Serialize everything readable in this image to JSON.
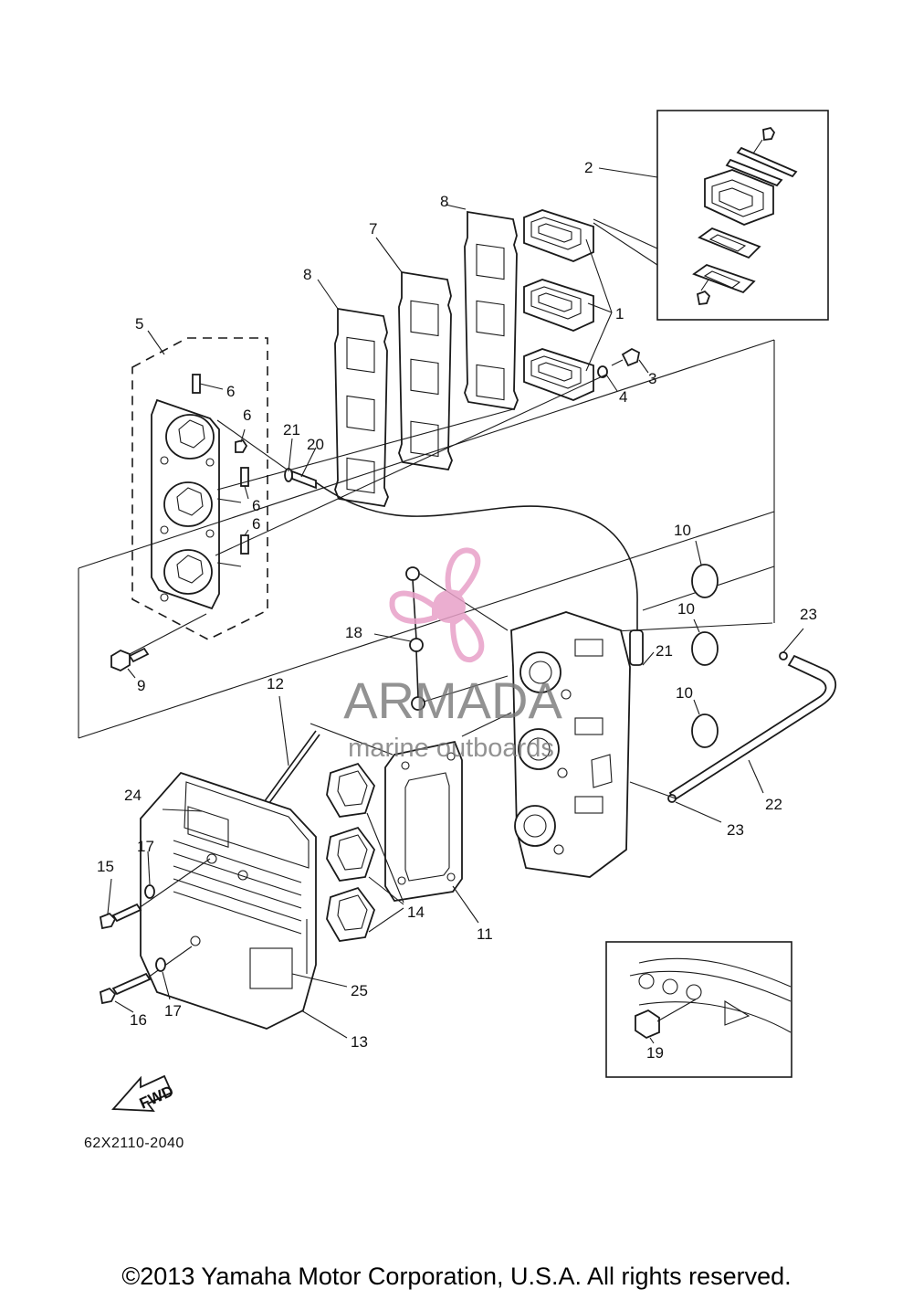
{
  "part_code": "62X2110-2040",
  "copyright": "©2013 Yamaha Motor Corporation, U.S.A. All rights reserved.",
  "fwd_arrow_label": "FWD",
  "watermark": {
    "name": "ARMADA",
    "tagline": "marine outboards",
    "logo_color": "#e8a0c8"
  },
  "callouts": {
    "c1": "1",
    "c2": "2",
    "c3": "3",
    "c4": "4",
    "c5": "5",
    "c6a": "6",
    "c6b": "6",
    "c6c": "6",
    "c6d": "6",
    "c7": "7",
    "c8a": "8",
    "c8b": "8",
    "c9": "9",
    "c10a": "10",
    "c10b": "10",
    "c10c": "10",
    "c11": "11",
    "c12": "12",
    "c13": "13",
    "c14": "14",
    "c15": "15",
    "c16": "16",
    "c17a": "17",
    "c17b": "17",
    "c18": "18",
    "c19": "19",
    "c20": "20",
    "c21a": "21",
    "c21b": "21",
    "c22": "22",
    "c23a": "23",
    "c23b": "23",
    "c24": "24",
    "c25": "25"
  }
}
